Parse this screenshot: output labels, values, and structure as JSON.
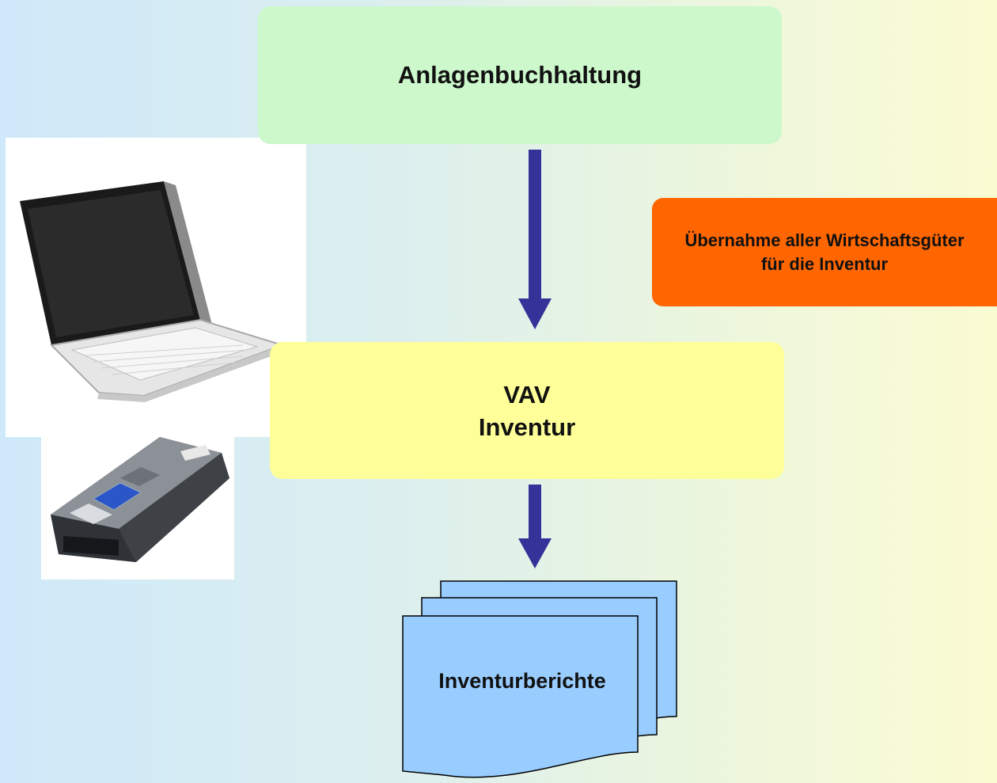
{
  "top_box": {
    "title": "Anlagenbuchhaltung"
  },
  "note_box": {
    "line1": "Übernahme aller Wirtschaftsgüter",
    "line2": "für die Inventur"
  },
  "middle_box": {
    "line1": "VAV",
    "line2": "Inventur"
  },
  "documents": {
    "label": "Inventurberichte"
  },
  "colors": {
    "arrow": "#333399",
    "top_box": "#ccf8cc",
    "middle_box": "#ffff99",
    "note_box": "#ff6600",
    "documents": "#99ccff"
  },
  "icons": {
    "device_1": "laptop-icon",
    "device_2": "barcode-scanner-icon"
  }
}
